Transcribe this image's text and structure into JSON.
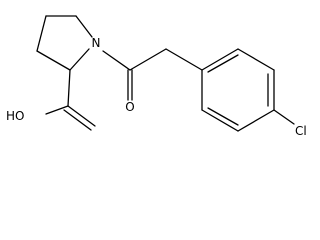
{
  "molecule": {
    "atoms": {
      "nitrogen": "N",
      "carbonyl_oxygen": "O",
      "hydroxyl": "HO",
      "chlorine": "Cl"
    }
  }
}
